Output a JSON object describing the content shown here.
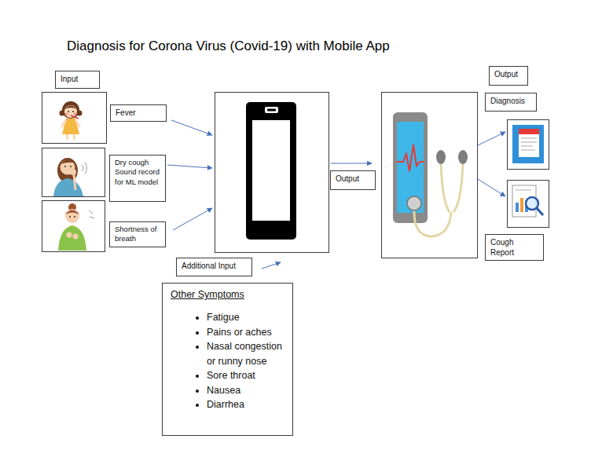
{
  "diagram": {
    "title": "Diagnosis for Corona Virus (Covid-19) with Mobile App",
    "nodes": [
      {
        "text": [
          "Input"
        ]
      },
      {
        "text": [
          "Fever"
        ]
      },
      {
        "text": [
          "Dry cough Sound record for ML model"
        ]
      },
      {
        "text": [
          "Shortness of breath"
        ]
      },
      {
        "text": [
          "Additional Input"
        ]
      },
      {
        "text": [
          "Other Symptoms",
          "Fatigue",
          "Pains or aches",
          "Nasal congestion or runny nose",
          "Sore throat",
          "Nausea",
          "Diarrhea"
        ]
      },
      {
        "text": [
          "Output"
        ]
      },
      {
        "text": [
          "Output"
        ]
      },
      {
        "text": [
          "Diagnosis"
        ]
      },
      {
        "text": [
          "Cough Report"
        ]
      }
    ]
  }
}
